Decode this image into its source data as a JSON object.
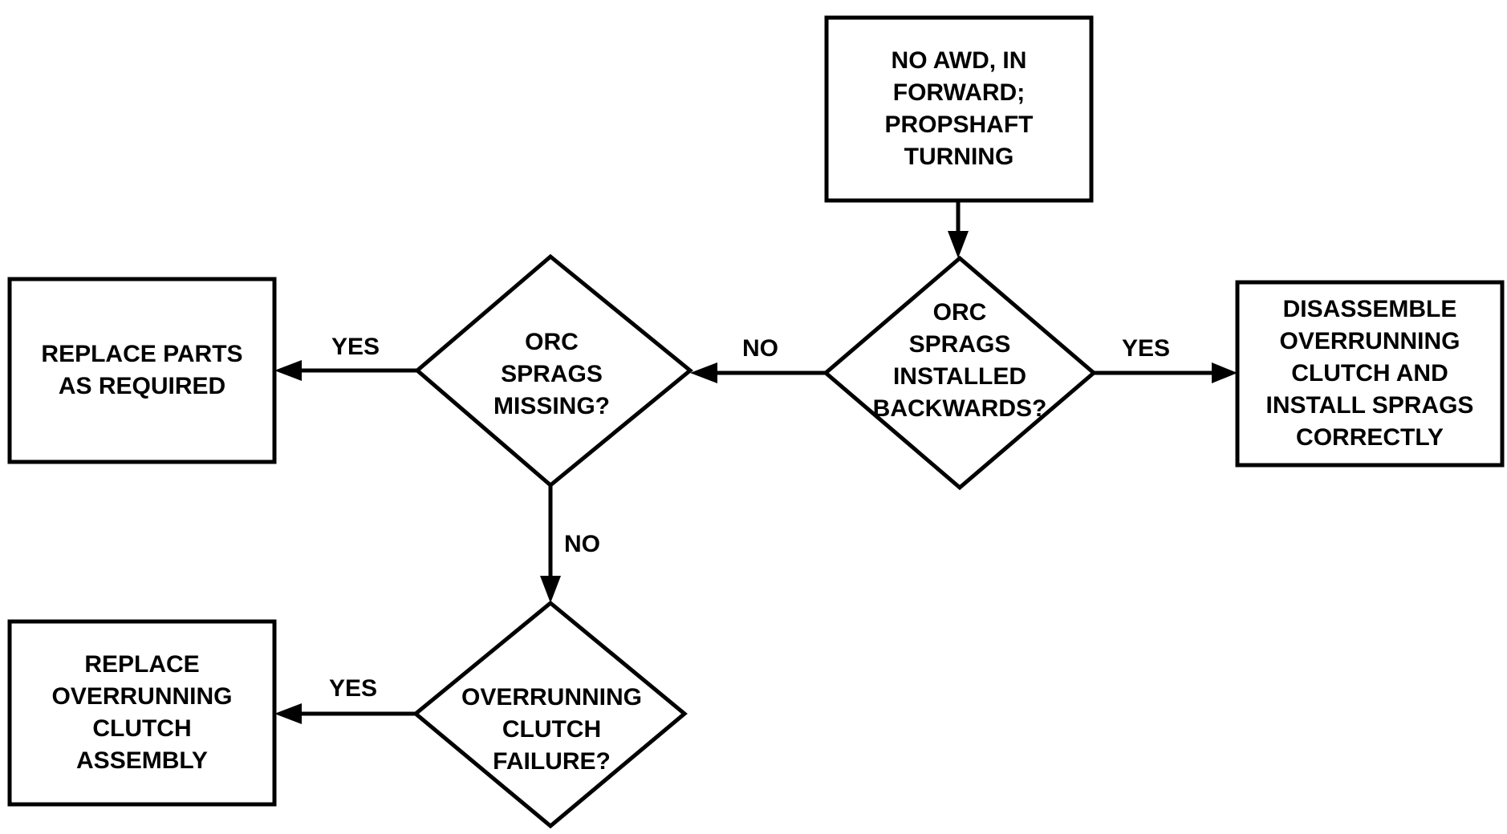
{
  "nodes": {
    "start": {
      "label": "NO AWD, IN\nFORWARD;\nPROPSHAFT\nTURNING"
    },
    "q_backwards": {
      "label": "ORC\nSPRAGS\nINSTALLED\nBACKWARDS?"
    },
    "a_disassemble": {
      "label": "DISASSEMBLE\nOVERRUNNING\nCLUTCH AND\nINSTALL SPRAGS\nCORRECTLY"
    },
    "q_missing": {
      "label": "ORC\nSPRAGS\nMISSING?"
    },
    "a_replace_parts": {
      "label": "REPLACE PARTS\nAS REQUIRED"
    },
    "q_failure": {
      "label": "OVERRUNNING\nCLUTCH\nFAILURE?"
    },
    "a_replace_clutch": {
      "label": "REPLACE\nOVERRUNNING\nCLUTCH\nASSEMBLY"
    }
  },
  "edges": {
    "backwards_yes": "YES",
    "backwards_no": "NO",
    "missing_yes": "YES",
    "missing_no": "NO",
    "failure_yes": "YES"
  },
  "colors": {
    "stroke": "#000000",
    "background": "#ffffff",
    "text": "#000000"
  }
}
